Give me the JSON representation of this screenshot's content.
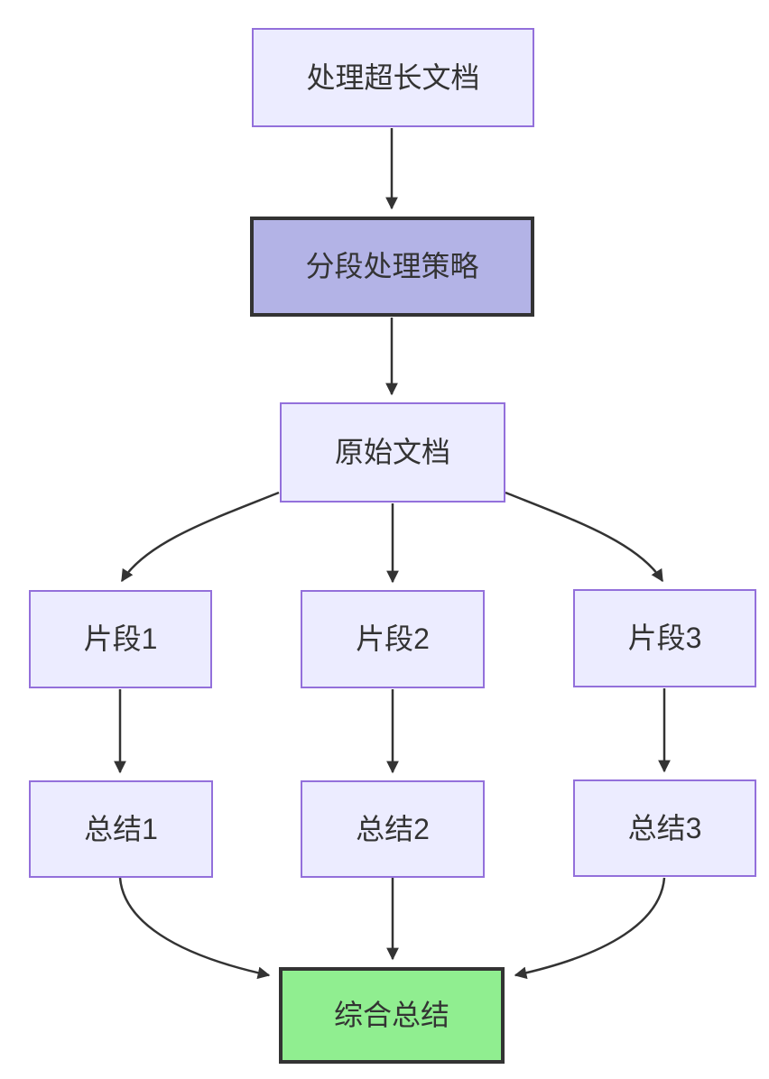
{
  "diagram": {
    "type": "flowchart",
    "direction": "top-down",
    "nodes": [
      {
        "id": "A",
        "label": "处理超长文档",
        "style": "default"
      },
      {
        "id": "B",
        "label": "分段处理策略",
        "style": "emphasis"
      },
      {
        "id": "C",
        "label": "原始文档",
        "style": "default"
      },
      {
        "id": "D",
        "label": "片段1",
        "style": "default"
      },
      {
        "id": "E",
        "label": "片段2",
        "style": "default"
      },
      {
        "id": "F",
        "label": "片段3",
        "style": "default"
      },
      {
        "id": "G",
        "label": "总结1",
        "style": "default"
      },
      {
        "id": "H",
        "label": "总结2",
        "style": "default"
      },
      {
        "id": "I",
        "label": "总结3",
        "style": "default"
      },
      {
        "id": "J",
        "label": "综合总结",
        "style": "final"
      }
    ],
    "edges": [
      {
        "from": "处理超长文档",
        "to": "分段处理策略"
      },
      {
        "from": "分段处理策略",
        "to": "原始文档"
      },
      {
        "from": "原始文档",
        "to": "片段1"
      },
      {
        "from": "原始文档",
        "to": "片段2"
      },
      {
        "from": "原始文档",
        "to": "片段3"
      },
      {
        "from": "片段1",
        "to": "总结1"
      },
      {
        "from": "片段2",
        "to": "总结2"
      },
      {
        "from": "片段3",
        "to": "总结3"
      },
      {
        "from": "总结1",
        "to": "综合总结"
      },
      {
        "from": "总结2",
        "to": "综合总结"
      },
      {
        "from": "总结3",
        "to": "综合总结"
      }
    ],
    "colors": {
      "node_fill": "#ECECFF",
      "node_border": "#9370DB",
      "emphasis_fill": "#B3B3E6",
      "emphasis_border": "#333333",
      "final_fill": "#90EE90",
      "final_border": "#333333",
      "edge_stroke": "#333333",
      "text": "#333333",
      "background": "#FFFFFF"
    }
  }
}
